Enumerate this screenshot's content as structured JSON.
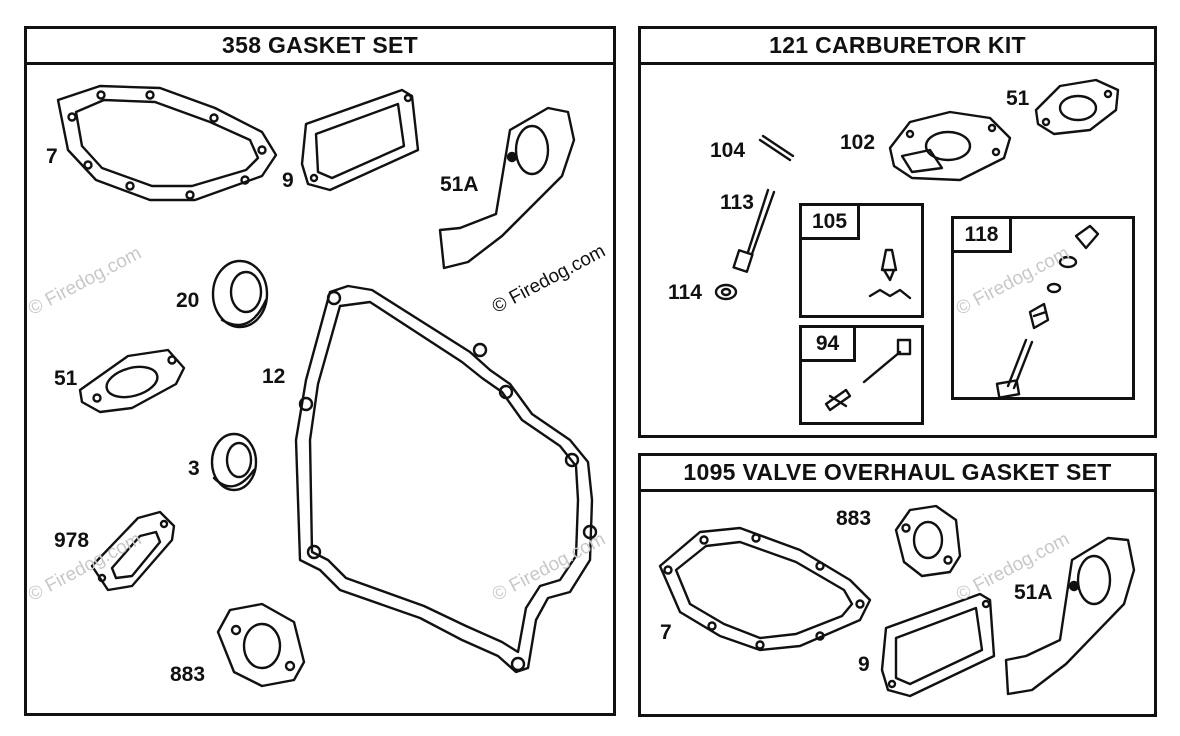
{
  "panels": {
    "gasket_set": {
      "title": "358 GASKET SET",
      "parts": {
        "p7": "7",
        "p9": "9",
        "p51a": "51A",
        "p20": "20",
        "p51": "51",
        "p12": "12",
        "p3": "3",
        "p978": "978",
        "p883": "883"
      }
    },
    "carburetor_kit": {
      "title": "121 CARBURETOR KIT",
      "parts": {
        "p104": "104",
        "p102": "102",
        "p51": "51",
        "p113": "113",
        "p114": "114"
      },
      "subkits": {
        "k105": "105",
        "k118": "118",
        "k94": "94"
      }
    },
    "valve_overhaul": {
      "title": "1095 VALVE OVERHAUL GASKET SET",
      "parts": {
        "p883": "883",
        "p7": "7",
        "p9": "9",
        "p51a": "51A"
      }
    }
  },
  "watermark": "© Firedog.com"
}
